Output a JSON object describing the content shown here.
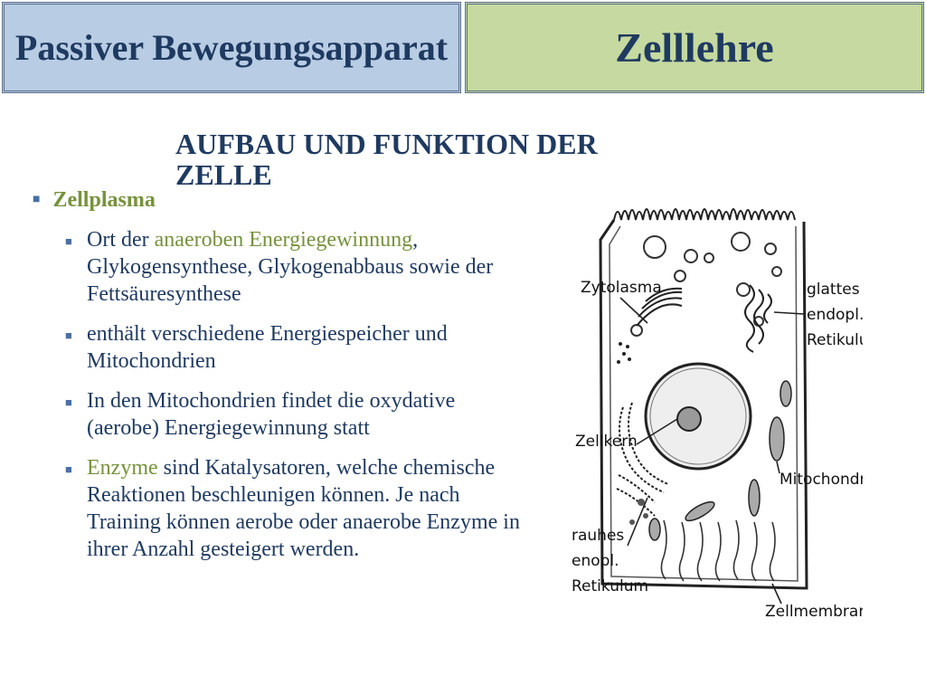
{
  "header": {
    "left_title": "Passiver Bewegungsapparat",
    "right_title": "Zelllehre",
    "left_bg": "#b8cce4",
    "right_bg": "#c6d9a0"
  },
  "section_heading": "AUFBAU UND FUNKTION DER ZELLE",
  "level1_item": "Zellplasma",
  "bullets": [
    {
      "parts": [
        {
          "text": "Ort der ",
          "highlight": false
        },
        {
          "text": "anaeroben Energiegewinnung",
          "highlight": true
        },
        {
          "text": ", Glykogensynthese, Glykogenabbaus sowie der Fettsäuresynthese",
          "highlight": false
        }
      ]
    },
    {
      "parts": [
        {
          "text": "enthält verschiedene Energiespeicher und Mitochondrien",
          "highlight": false
        }
      ]
    },
    {
      "parts": [
        {
          "text": "In den Mitochondrien findet die oxydative (aerobe) Energiegewinnung statt",
          "highlight": false
        }
      ]
    },
    {
      "parts": [
        {
          "text": "Enzyme",
          "highlight": true
        },
        {
          "text": " sind Katalysatoren, welche chemische Reaktionen beschleunigen können. Je nach Training können aerobe oder anaerobe Enzyme in ihrer Anzahl gesteigert werden.",
          "highlight": false
        }
      ]
    }
  ],
  "diagram": {
    "labels": {
      "zytolasma": "Zytolasma",
      "glattes_1": "glattes",
      "glattes_2": "endopl.",
      "glattes_3": "Retikulum",
      "zellkern": "Zellkern",
      "mitochondrien": "Mitochondrien",
      "rauhes_1": "rauhes",
      "rauhes_2": "enopl.",
      "rauhes_3": "Retikulum",
      "zellmembran": "Zellmembran"
    }
  },
  "colors": {
    "title_text": "#1f3a60",
    "highlight_green": "#76923c",
    "bullet_square": "#4a6fa5"
  }
}
